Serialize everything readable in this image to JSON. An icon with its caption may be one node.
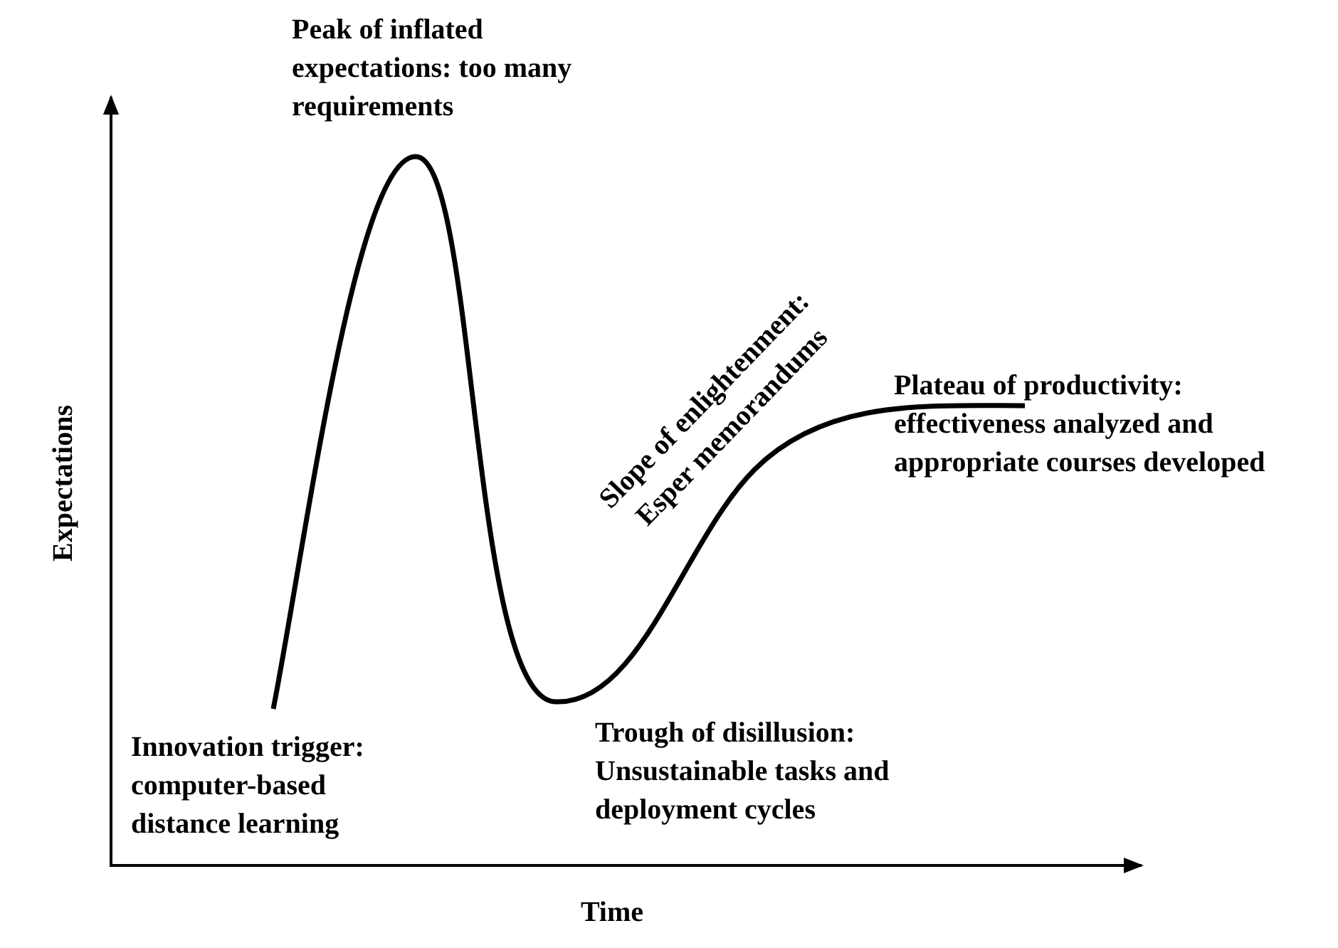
{
  "diagram": {
    "labels": [
      "Peak of inflated expectations: too many requirements",
      "Slope of enlightenment: Esper memorandums",
      "Expectations",
      "Plateau of productivity: effectiveness analyzed and appropriate courses developed",
      "Innovation trigger: computer-based distance learning",
      "Trough of disillusion: Unsustainable tasks and deployment cycles",
      "Time"
    ]
  }
}
